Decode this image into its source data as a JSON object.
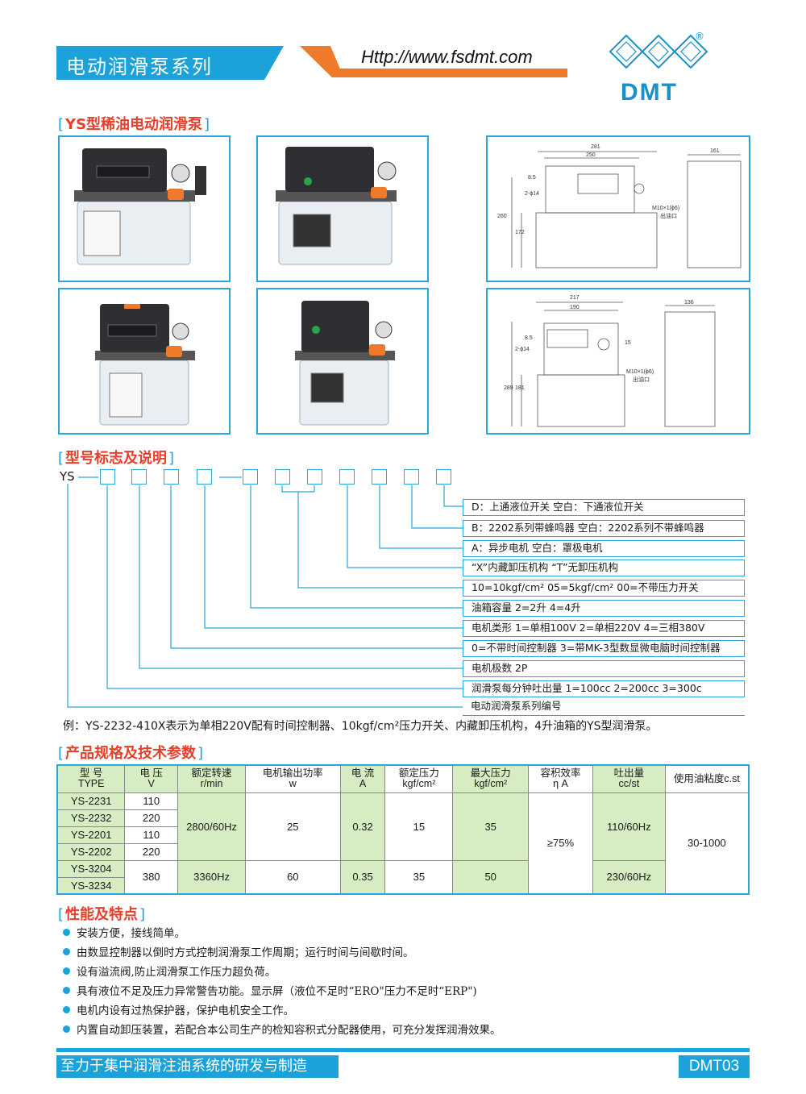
{
  "header": {
    "series_title": "电动润滑泵系列",
    "url": "Http://www.fsdmt.com",
    "logo_text": "DMT",
    "logo_reg": "®"
  },
  "section1": {
    "title": "YS型稀油电动润滑泵"
  },
  "drawing1": {
    "dims": [
      "281",
      "250",
      "161",
      "8.5",
      "2-ϕ14",
      "260",
      "172",
      "M10×1(ϕ6)",
      "出油口"
    ]
  },
  "drawing2": {
    "dims": [
      "217",
      "190",
      "136",
      "8.5",
      "2-ϕ14",
      "15",
      "289",
      "181",
      "M10×1(ϕ6)",
      "出油口"
    ]
  },
  "section2": {
    "title": "型号标志及说明"
  },
  "model": {
    "prefix": "YS",
    "descriptions": [
      "D：上通液位开关          空白：下通液位开关",
      "B：2202系列带蜂鸣器   空白：2202系列不带蜂鸣器",
      "A：异步电机                  空白：罩极电机",
      "“X”内藏卸压机构         “T”无卸压机构",
      "10=10kgf/cm²    05=5kgf/cm²    00=不带压力开关",
      "油箱容量    2=2升      4=4升",
      "电机类形 1=单相100V   2=单相220V    4=三相380V",
      "0=不带时间控制器  3=带MK-3型数显微电脑时间控制器",
      "电机极数  2P",
      "润滑泵每分钟吐出量  1=100cc   2=200cc    3=300c",
      "电动润滑泵系列编号"
    ],
    "example": "例：YS-2232-410X表示为单相220V配有时间控制器、10kgf/cm²压力开关、内藏卸压机构，4升油箱的YS型润滑泵。"
  },
  "section3": {
    "title": "产品规格及技术参数"
  },
  "spec_table": {
    "headers": [
      [
        "型  号",
        "TYPE"
      ],
      [
        "电 压",
        "V"
      ],
      [
        "额定转速",
        "r/min"
      ],
      [
        "电机输出功率",
        "w"
      ],
      [
        "电 流",
        "A"
      ],
      [
        "额定压力",
        "kgf/cm²"
      ],
      [
        "最大压力",
        "kgf/cm²"
      ],
      [
        "容积效率",
        "η A"
      ],
      [
        "吐出量",
        "cc/st"
      ],
      [
        "使用油粘度c.st",
        ""
      ]
    ],
    "rows": [
      {
        "type": "YS-2231",
        "voltage": "110"
      },
      {
        "type": "YS-2232",
        "voltage": "220"
      },
      {
        "type": "YS-2201",
        "voltage": "110"
      },
      {
        "type": "YS-2202",
        "voltage": "220"
      },
      {
        "type": "YS-3204",
        "voltage": "380"
      },
      {
        "type": "YS-3234",
        "voltage": ""
      }
    ],
    "group1": {
      "speed": "2800/60Hz",
      "power": "25",
      "current": "0.32",
      "rated_pressure": "15",
      "max_pressure": "35",
      "output": "110/60Hz"
    },
    "group2": {
      "speed": "3360Hz",
      "power": "60",
      "current": "0.35",
      "rated_pressure": "35",
      "max_pressure": "50",
      "output": "230/60Hz"
    },
    "efficiency": "≥75%",
    "viscosity": "30-1000"
  },
  "section4": {
    "title": "性能及特点"
  },
  "features": [
    "安装方便，接线简单。",
    "由数显控制器以倒时方式控制润滑泵工作周期；运行时间与间歇时间。",
    "设有溢流阀,防止润滑泵工作压力超负荷。",
    "具有液位不足及压力异常警告功能。显示屏（液位不足时“ERO\"压力不足时“ERP\")",
    "电机内设有过热保护器，保护电机安全工作。",
    "内置自动卸压装置，若配合本公司生产的检知容积式分配器使用，可充分发挥润滑效果。"
  ],
  "footer": {
    "slogan": "至力于集中润滑注油系统的研发与制造",
    "page": "DMT03"
  }
}
